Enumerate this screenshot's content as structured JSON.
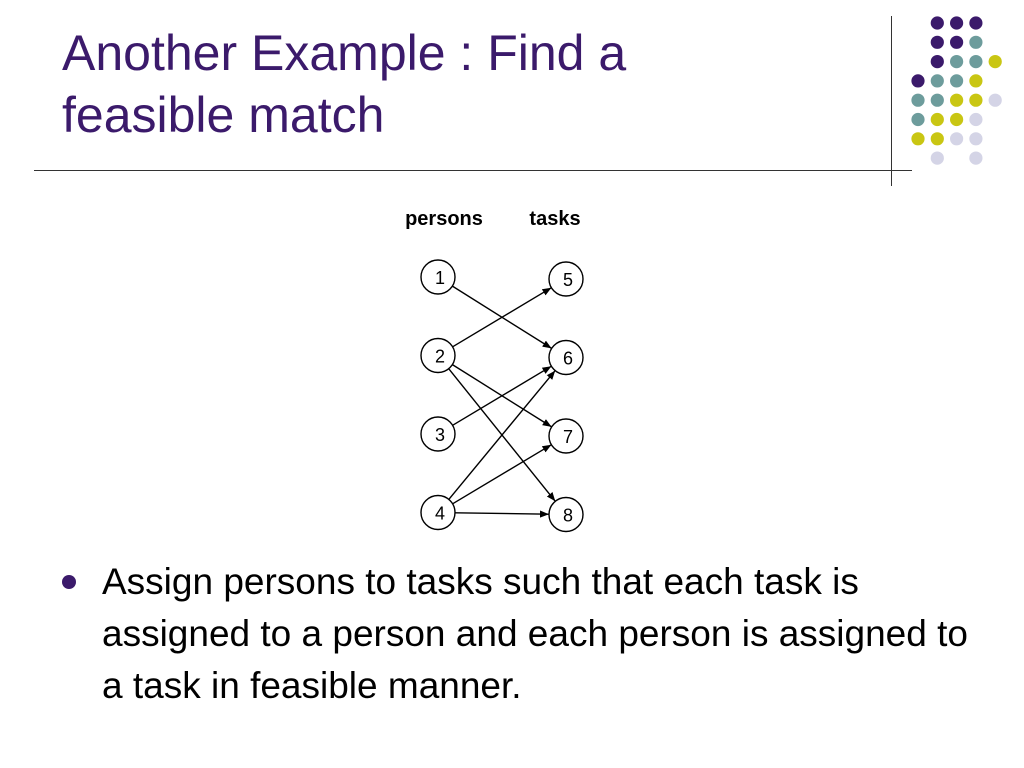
{
  "slide": {
    "title_line_1": "Another Example : Find a",
    "title_line_2": "feasible match"
  },
  "theme": {
    "title_color": "#3b1a6b",
    "palette": {
      "purple": "#3b1a6b",
      "teal": "#6d9c9c",
      "olive": "#c9c613",
      "lavender": "#d4d4e6"
    },
    "dot_rows": [
      [
        "",
        "purple",
        "purple",
        "purple",
        ""
      ],
      [
        "",
        "purple",
        "purple",
        "teal",
        ""
      ],
      [
        "",
        "purple",
        "teal",
        "teal",
        "olive"
      ],
      [
        "purple",
        "teal",
        "teal",
        "olive",
        ""
      ],
      [
        "teal",
        "teal",
        "olive",
        "olive",
        "lavender"
      ],
      [
        "teal",
        "olive",
        "olive",
        "lavender",
        ""
      ],
      [
        "olive",
        "olive",
        "lavender",
        "lavender",
        ""
      ],
      [
        "",
        "lavender",
        "",
        "lavender",
        ""
      ]
    ]
  },
  "diagram": {
    "persons_label": "persons",
    "tasks_label": "tasks",
    "persons": [
      "1",
      "2",
      "3",
      "4"
    ],
    "tasks": [
      "5",
      "6",
      "7",
      "8"
    ],
    "edges": [
      [
        "1",
        "6"
      ],
      [
        "2",
        "5"
      ],
      [
        "2",
        "7"
      ],
      [
        "2",
        "8"
      ],
      [
        "3",
        "6"
      ],
      [
        "4",
        "6"
      ],
      [
        "4",
        "7"
      ],
      [
        "4",
        "8"
      ]
    ]
  },
  "bullets": [
    "Assign persons to tasks such that each task is assigned to a person and each person is assigned to a task in feasible manner."
  ]
}
